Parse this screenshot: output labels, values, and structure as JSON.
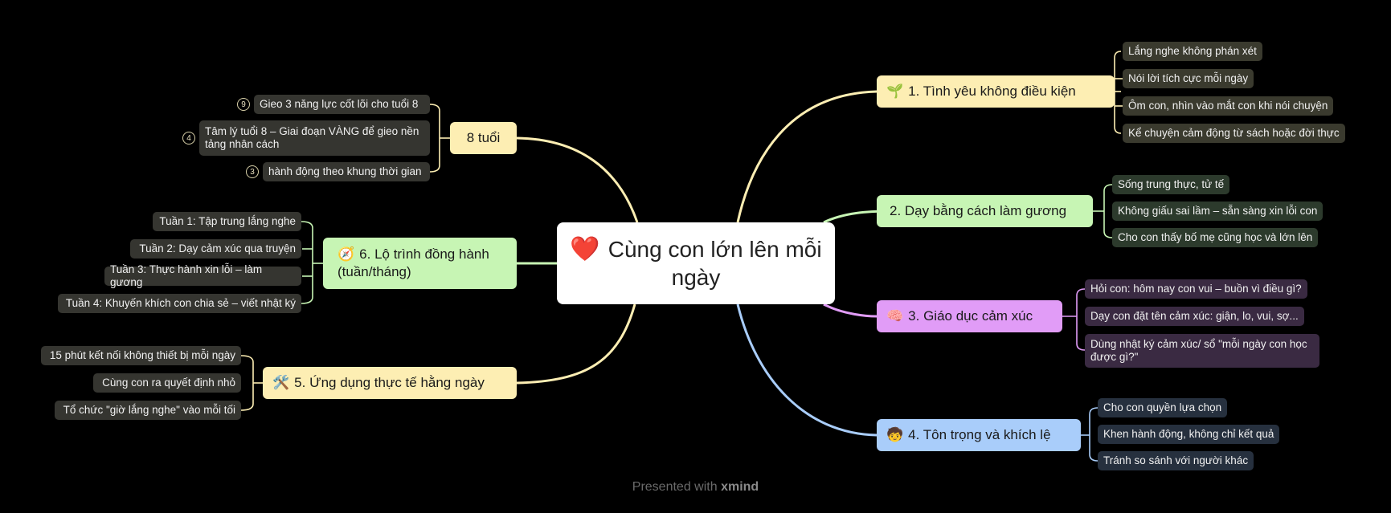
{
  "central": {
    "title": "Cùng con lớn lên mỗi ngày",
    "icon": "❤️"
  },
  "branches": [
    {
      "label": "1. Tình yêu không điều kiện",
      "icon": "🌱",
      "color": "#fdeeb3",
      "children": [
        "Lắng nghe không phán xét",
        "Nói lời tích cực mỗi ngày",
        "Ôm con, nhìn vào mắt con khi nói chuyện",
        "Kể chuyện cảm động từ sách hoặc đời thực"
      ]
    },
    {
      "label": "2. Dạy bằng cách làm gương",
      "icon": "",
      "color": "#c7f5b4",
      "children": [
        "Sống trung thực, tử tế",
        "Không giấu sai lầm – sẵn sàng xin lỗi con",
        "Cho con thấy bố mẹ cũng học và lớn lên"
      ]
    },
    {
      "label": "3. Giáo dục cảm xúc",
      "icon": "🧠",
      "color": "#e19cf7",
      "children": [
        "Hỏi con: hôm nay con vui – buồn vì điều gì?",
        "Dạy con đặt tên cảm xúc: giận, lo, vui, sợ...",
        "Dùng nhật ký cảm xúc/ sổ \"mỗi ngày con học được gì?\""
      ]
    },
    {
      "label": "4. Tôn trọng và khích lệ",
      "icon": "🧒",
      "color": "#a9cdfa",
      "children": [
        "Cho con quyền lựa chọn",
        "Khen hành động, không chỉ kết quả",
        "Tránh so sánh với người khác"
      ]
    },
    {
      "label": "5. Ứng dụng thực tế hằng ngày",
      "icon": "🛠️",
      "color": "#fdeeb3",
      "children": [
        "15 phút kết nối không thiết bị mỗi ngày",
        "Cùng con ra quyết định nhỏ",
        "Tổ chức \"giờ lắng nghe\" vào mỗi tối"
      ]
    },
    {
      "label": "6. Lộ trình đồng hành (tuần/tháng)",
      "icon": "🧭",
      "color": "#c7f5b4",
      "children": [
        "Tuần 1: Tập trung lắng nghe",
        "Tuần 2: Dạy cảm xúc qua truyện",
        "Tuần 3: Thực hành xin lỗi – làm gương",
        "Tuần 4: Khuyến khích con chia sẻ – viết nhật ký"
      ]
    },
    {
      "label": "8 tuổi",
      "icon": "",
      "color": "#fdeeb3",
      "children": [
        {
          "text": "Gieo 3 năng lực cốt lõi cho tuổi 8",
          "badge": "9"
        },
        {
          "text": "Tâm lý tuổi 8 – Giai đoạn VÀNG để gieo nền tảng nhân cách",
          "badge": "4"
        },
        {
          "text": "hành động theo khung thời gian",
          "badge": "3"
        }
      ]
    }
  ],
  "footer": {
    "prefix": "Presented with",
    "brand": "xmind"
  }
}
